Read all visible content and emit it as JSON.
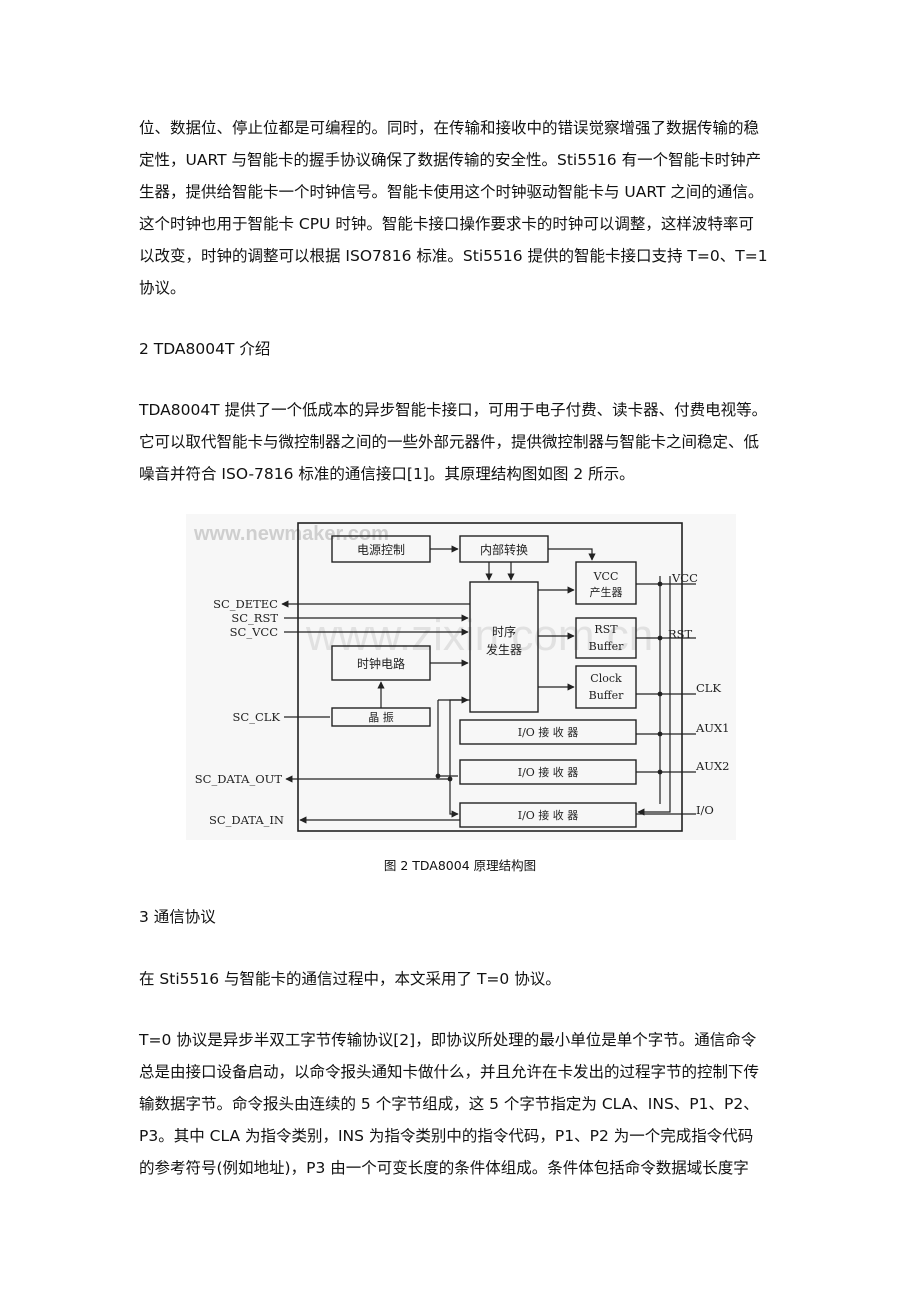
{
  "paragraph1": {
    "lines": [
      "位、数据位、停止位都是可编程的。同时，在传输和接收中的错误觉察增强了数据传输的稳",
      "定性，UART 与智能卡的握手协议确保了数据传输的安全性。Sti5516 有一个智能卡时钟产",
      "生器，提供给智能卡一个时钟信号。智能卡使用这个时钟驱动智能卡与 UART 之间的通信。",
      "这个时钟也用于智能卡 CPU 时钟。智能卡接口操作要求卡的时钟可以调整，这样波特率可",
      "以改变，时钟的调整可以根据 ISO7816 标准。Sti5516 提供的智能卡接口支持 T=0、T=1",
      "协议。"
    ]
  },
  "section2_heading": "2 TDA8004T 介绍",
  "paragraph2": {
    "lines": [
      "TDA8004T 提供了一个低成本的异步智能卡接口，可用于电子付费、读卡器、付费电视等。",
      "它可以取代智能卡与微控制器之间的一些外部元器件，提供微控制器与智能卡之间稳定、低",
      "噪音并符合 ISO-7816  标准的通信接口[1]。其原理结构图如图 2 所示。"
    ]
  },
  "figure": {
    "watermark_top": "www.newmaker.com",
    "watermark_center": "www.zixin.com.cn",
    "blocks": {
      "power_control": "电源控制",
      "internal_convert": "内部转换",
      "vcc_gen_1": "VCC",
      "vcc_gen_2": "产生器",
      "timing_gen_1": "时序",
      "timing_gen_2": "发生器",
      "rst_buffer_1": "RST",
      "rst_buffer_2": "Buffer",
      "clock_circuit": "时钟电路",
      "clock_buffer_1": "Clock",
      "clock_buffer_2": "Buffer",
      "crystal": "晶 振",
      "io_receiver_1": "I/O  接 收 器",
      "io_receiver_2": "I/O  接 收 器",
      "io_receiver_3": "I/O  接 收 器"
    },
    "left_signals": {
      "sc_detec": "SC_DETEC",
      "sc_rst": "SC_RST",
      "sc_vcc": "SC_VCC",
      "sc_clk": "SC_CLK",
      "sc_data_out": "SC_DATA_OUT",
      "sc_data_in": "SC_DATA_IN"
    },
    "right_signals": {
      "vcc": "VCC",
      "rst": "RST",
      "clk": "CLK",
      "aux1": "AUX1",
      "aux2": "AUX2",
      "io": "I/O"
    }
  },
  "figure_caption": "图 2 TDA8004 原理结构图",
  "section3_heading": "3  通信协议",
  "paragraph3": "在 Sti5516 与智能卡的通信过程中，本文采用了 T=0 协议。",
  "paragraph4": {
    "lines": [
      "T=0 协议是异步半双工字节传输协议[2]，即协议所处理的最小单位是单个字节。通信命令",
      "总是由接口设备启动，以命令报头通知卡做什么，并且允许在卡发出的过程字节的控制下传",
      "输数据字节。命令报头由连续的 5 个字节组成，这 5 个字节指定为 CLA、INS、P1、P2、",
      "P3。其中 CLA 为指令类别，INS 为指令类别中的指令代码，P1、P2 为一个完成指令代码",
      "的参考符号(例如地址)，P3 由一个可变长度的条件体组成。条件体包括命令数据域长度字"
    ]
  }
}
